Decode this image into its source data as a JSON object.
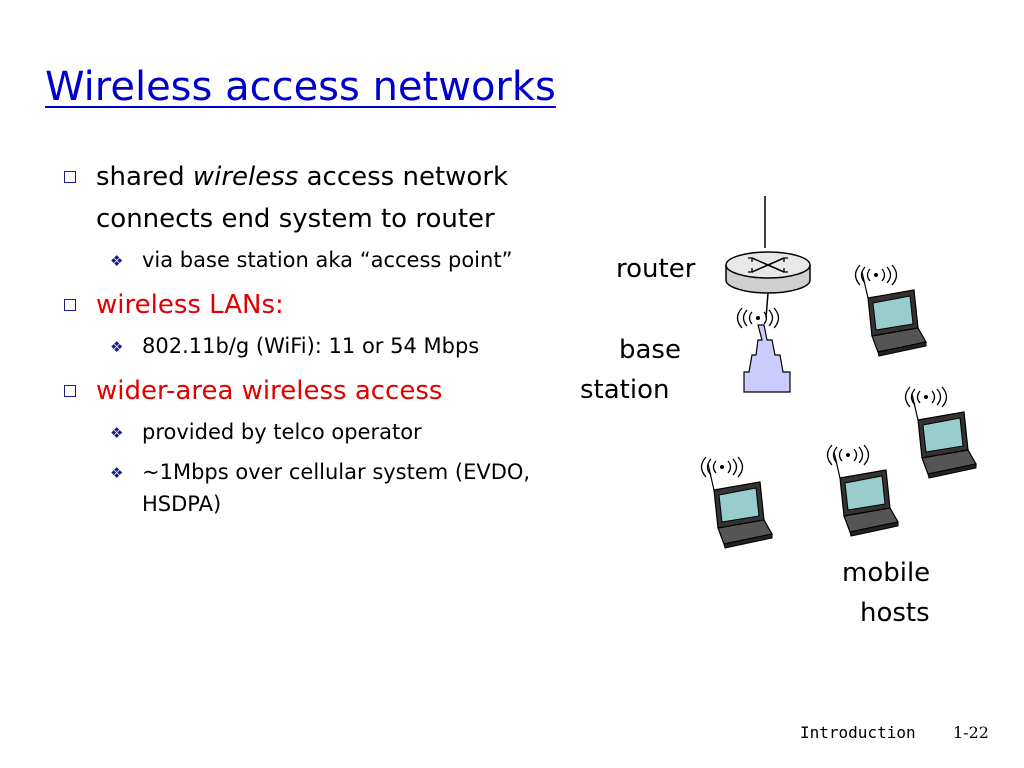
{
  "slide": {
    "title": "Wireless access networks",
    "bullets": [
      {
        "parts": [
          "shared ",
          "wireless",
          " access network connects end system to router"
        ],
        "sub": [
          "via base station aka “access point”"
        ]
      },
      {
        "text": "wireless LANs:",
        "sub": [
          "802.11b/g (WiFi): 11 or 54  Mbps"
        ]
      },
      {
        "text": "wider-area wireless access",
        "sub": [
          "provided by telco operator",
          "~1Mbps over cellular system (EVDO, HSDPA)"
        ]
      }
    ],
    "diagram": {
      "router_label": "router",
      "base_station_label_1": "base",
      "base_station_label_2": "station",
      "mobile_hosts_label_1": "mobile",
      "mobile_hosts_label_2": "hosts"
    },
    "footer": {
      "section": "Introduction",
      "page": "1-22"
    }
  },
  "colors": {
    "title": "#0000cc",
    "emphasis": "#e00000",
    "tower": "#ccccff",
    "screen": "#99cccc"
  }
}
